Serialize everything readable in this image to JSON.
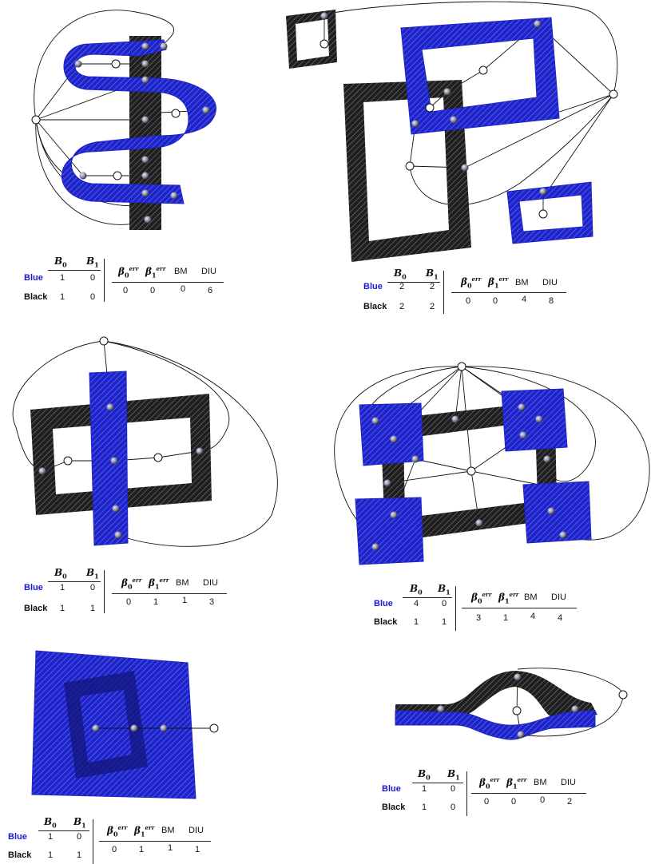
{
  "colors": {
    "blue": "#1e24c8",
    "black": "#1f1f1f",
    "edge": "#111111",
    "node_fill": "#ffffff"
  },
  "panels": [
    {
      "id": "p1",
      "table": {
        "blue_label": "Blue",
        "black_label": "Black",
        "b0_label": "B",
        "b0_sub": "0",
        "b1_label": "B",
        "b1_sub": "1",
        "be0_label": "β",
        "be0_sub": "0",
        "be0_sup": "err",
        "be1_label": "β",
        "be1_sub": "1",
        "be1_sup": "err",
        "bm_label": "BM",
        "diu_label": "DIU",
        "blue_b0": "1",
        "blue_b1": "0",
        "black_b0": "1",
        "black_b1": "0",
        "be0": "0",
        "be1": "0",
        "bm": "0",
        "diu": "6"
      }
    },
    {
      "id": "p2",
      "table": {
        "blue_label": "Blue",
        "black_label": "Black",
        "b0_label": "B",
        "b0_sub": "0",
        "b1_label": "B",
        "b1_sub": "1",
        "be0_label": "β",
        "be0_sub": "0",
        "be0_sup": "err",
        "be1_label": "β",
        "be1_sub": "1",
        "be1_sup": "err",
        "bm_label": "BM",
        "diu_label": "DIU",
        "blue_b0": "2",
        "blue_b1": "2",
        "black_b0": "2",
        "black_b1": "2",
        "be0": "0",
        "be1": "0",
        "bm": "4",
        "diu": "8"
      }
    },
    {
      "id": "p3",
      "table": {
        "blue_label": "Blue",
        "black_label": "Black",
        "b0_label": "B",
        "b0_sub": "0",
        "b1_label": "B",
        "b1_sub": "1",
        "be0_label": "β",
        "be0_sub": "0",
        "be0_sup": "err",
        "be1_label": "β",
        "be1_sub": "1",
        "be1_sup": "err",
        "bm_label": "BM",
        "diu_label": "DIU",
        "blue_b0": "1",
        "blue_b1": "0",
        "black_b0": "1",
        "black_b1": "1",
        "be0": "0",
        "be1": "1",
        "bm": "1",
        "diu": "3"
      }
    },
    {
      "id": "p4",
      "table": {
        "blue_label": "Blue",
        "black_label": "Black",
        "b0_label": "B",
        "b0_sub": "0",
        "b1_label": "B",
        "b1_sub": "1",
        "be0_label": "β",
        "be0_sub": "0",
        "be0_sup": "err",
        "be1_label": "β",
        "be1_sub": "1",
        "be1_sup": "err",
        "bm_label": "BM",
        "diu_label": "DIU",
        "blue_b0": "4",
        "blue_b1": "0",
        "black_b0": "1",
        "black_b1": "1",
        "be0": "3",
        "be1": "1",
        "bm": "4",
        "diu": "4"
      }
    },
    {
      "id": "p5",
      "table": {
        "blue_label": "Blue",
        "black_label": "Black",
        "b0_label": "B",
        "b0_sub": "0",
        "b1_label": "B",
        "b1_sub": "1",
        "be0_label": "β",
        "be0_sub": "0",
        "be0_sup": "err",
        "be1_label": "β",
        "be1_sub": "1",
        "be1_sup": "err",
        "bm_label": "BM",
        "diu_label": "DIU",
        "blue_b0": "1",
        "blue_b1": "0",
        "black_b0": "1",
        "black_b1": "1",
        "be0": "0",
        "be1": "1",
        "bm": "1",
        "diu": "1"
      }
    },
    {
      "id": "p6",
      "table": {
        "blue_label": "Blue",
        "black_label": "Black",
        "b0_label": "B",
        "b0_sub": "0",
        "b1_label": "B",
        "b1_sub": "1",
        "be0_label": "β",
        "be0_sub": "0",
        "be0_sup": "err",
        "be1_label": "β",
        "be1_sub": "1",
        "be1_sup": "err",
        "bm_label": "BM",
        "diu_label": "DIU",
        "blue_b0": "1",
        "blue_b1": "0",
        "black_b0": "1",
        "black_b1": "0",
        "be0": "0",
        "be1": "0",
        "bm": "0",
        "diu": "2"
      }
    }
  ]
}
